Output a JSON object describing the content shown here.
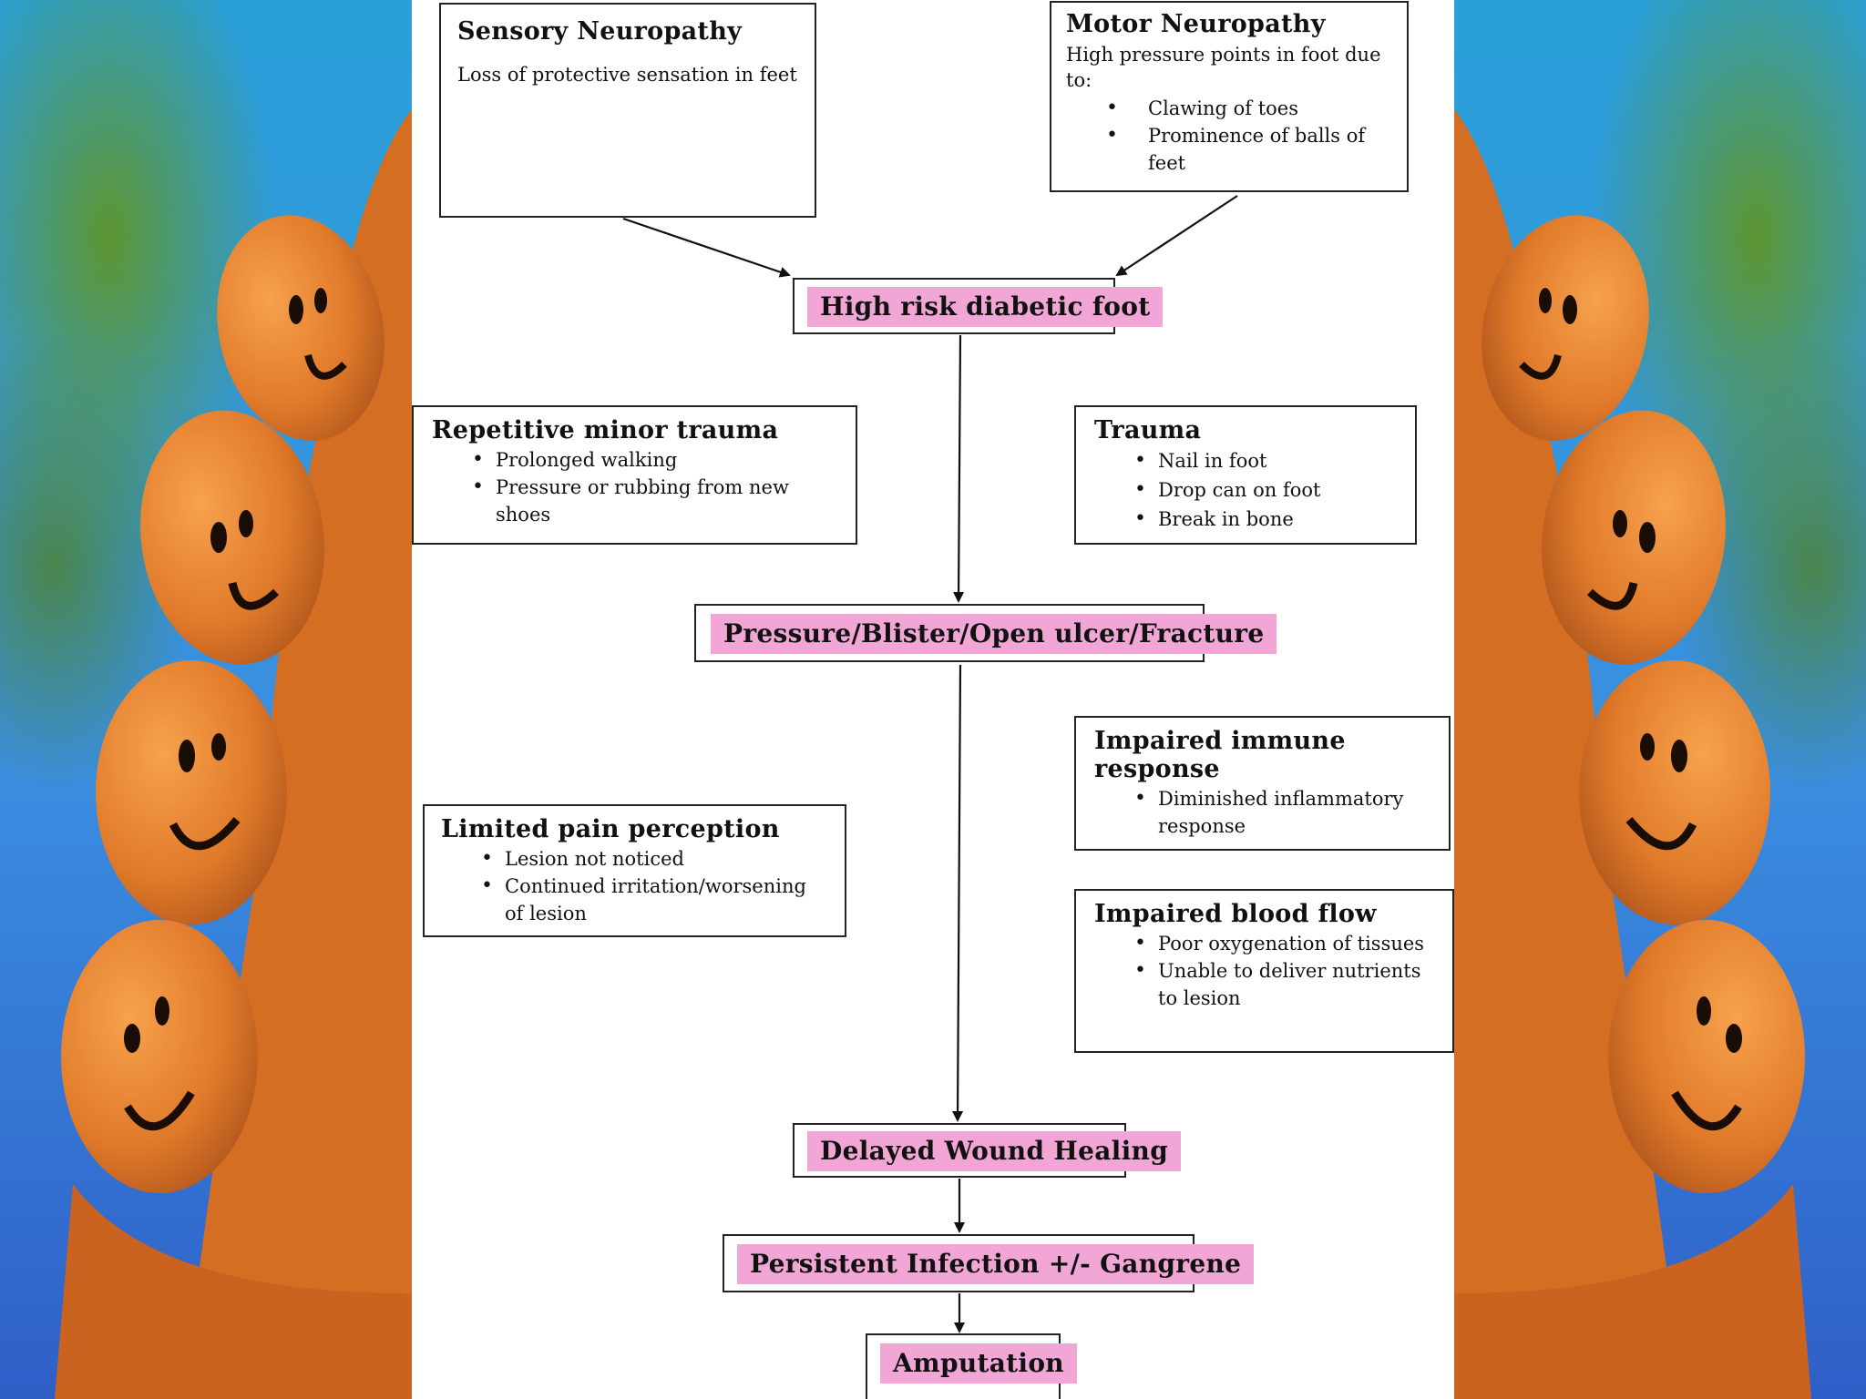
{
  "sensory": {
    "title": "Sensory Neuropathy",
    "text": "Loss of protective sensation in feet"
  },
  "motor": {
    "title": "Motor Neuropathy",
    "text": "High pressure points in foot due to:",
    "items": [
      "Clawing of toes",
      "Prominence of balls of feet"
    ]
  },
  "flow": {
    "high_risk": "High risk diabetic foot",
    "pressure": "Pressure/Blister/Open ulcer/Fracture",
    "delayed": "Delayed Wound Healing",
    "infection": "Persistent Infection +/- Gangrene",
    "amputation": "Amputation"
  },
  "repetitive": {
    "title": "Repetitive minor trauma",
    "items": [
      "Prolonged walking",
      "Pressure or rubbing from new shoes"
    ]
  },
  "trauma": {
    "title": "Trauma",
    "items": [
      "Nail in foot",
      "Drop can on foot",
      "Break in bone"
    ]
  },
  "immune": {
    "title": "Impaired immune response",
    "items": [
      "Diminished inflammatory response"
    ]
  },
  "pain": {
    "title": "Limited pain perception",
    "items": [
      "Lesion not noticed",
      "Continued irritation/worsening of lesion"
    ]
  },
  "blood": {
    "title": "Impaired blood flow",
    "items": [
      "Poor oxygenation of tissues",
      "Unable to deliver nutrients to lesion"
    ]
  },
  "colors": {
    "highlight": "#f1a6d6",
    "skin": "#e07a2a",
    "border": "#222222"
  }
}
